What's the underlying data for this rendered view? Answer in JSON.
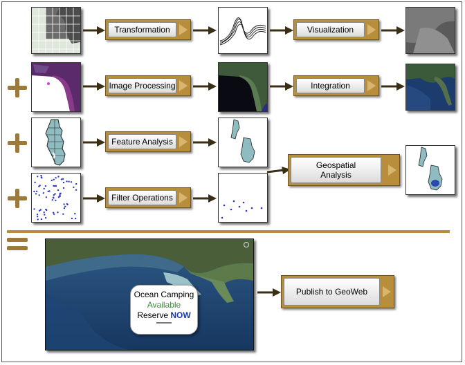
{
  "steps": {
    "transformation": "Transformation",
    "visualization": "Visualization",
    "image_processing": "Image Processing",
    "integration": "Integration",
    "feature_analysis": "Feature Analysis",
    "filter_operations": "Filter Operations",
    "geospatial_analysis_line1": "Geospatial",
    "geospatial_analysis_line2": "Analysis",
    "publish": "Publish to GeoWeb"
  },
  "callout": {
    "line1": "Ocean Camping",
    "line2": "Available",
    "line3_prefix": "Reserve ",
    "line3_link": "NOW"
  },
  "colors": {
    "accent_gold": "#b88e3c",
    "available_green": "#3a8a3a",
    "now_blue": "#1a3aaa"
  }
}
